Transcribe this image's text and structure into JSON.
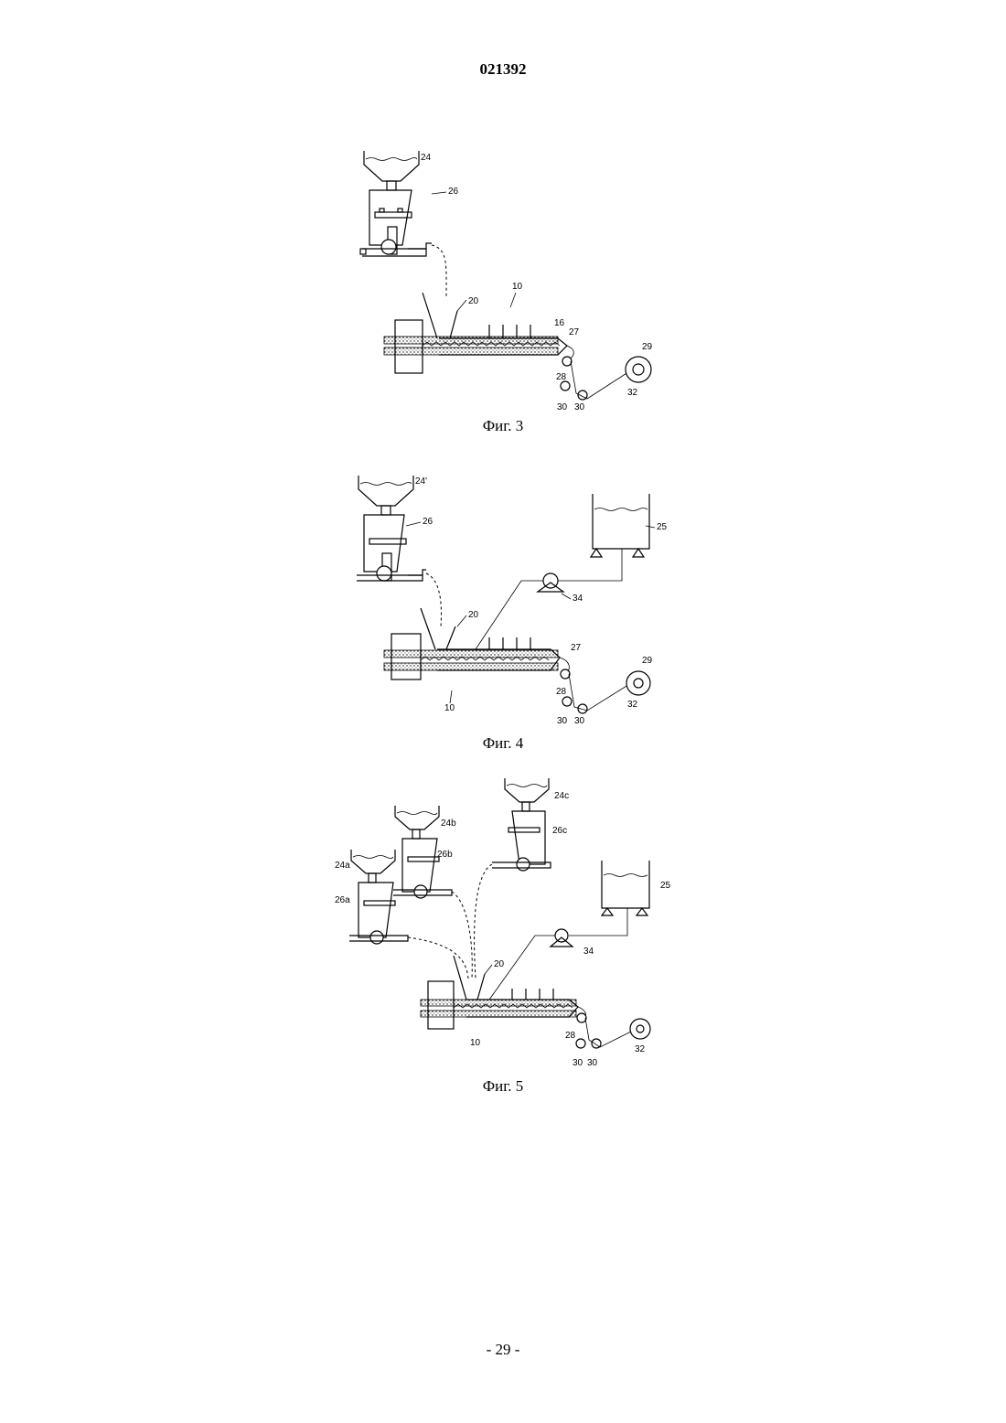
{
  "document": {
    "number": "021392",
    "page": "- 29 -"
  },
  "figures": [
    {
      "caption": "Фиг. 3",
      "labels": {
        "hopper": "24",
        "feeder": "26",
        "extruder": "10",
        "inlet": "20",
        "die": "16",
        "strand": "27",
        "roller": "28",
        "bath_roll_a": "30",
        "bath_roll_b": "30",
        "spool": "29",
        "winder": "32"
      }
    },
    {
      "caption": "Фиг. 4",
      "labels": {
        "hopper": "24'",
        "feeder": "26",
        "extruder": "10",
        "inlet": "20",
        "strand": "27",
        "roller": "28",
        "bath_roll_a": "30",
        "bath_roll_b": "30",
        "spool": "29",
        "winder": "32",
        "tank": "25",
        "pump": "34"
      }
    },
    {
      "caption": "Фиг. 5",
      "labels": {
        "hopper_a": "24a",
        "hopper_b": "24b",
        "hopper_c": "24c",
        "feeder_a": "26a",
        "feeder_b": "26b",
        "feeder_c": "26c",
        "extruder": "10",
        "inlet": "20",
        "roller": "28",
        "bath_roll_a": "30",
        "bath_roll_b": "30",
        "winder": "32",
        "tank": "25",
        "pump": "34"
      }
    }
  ]
}
